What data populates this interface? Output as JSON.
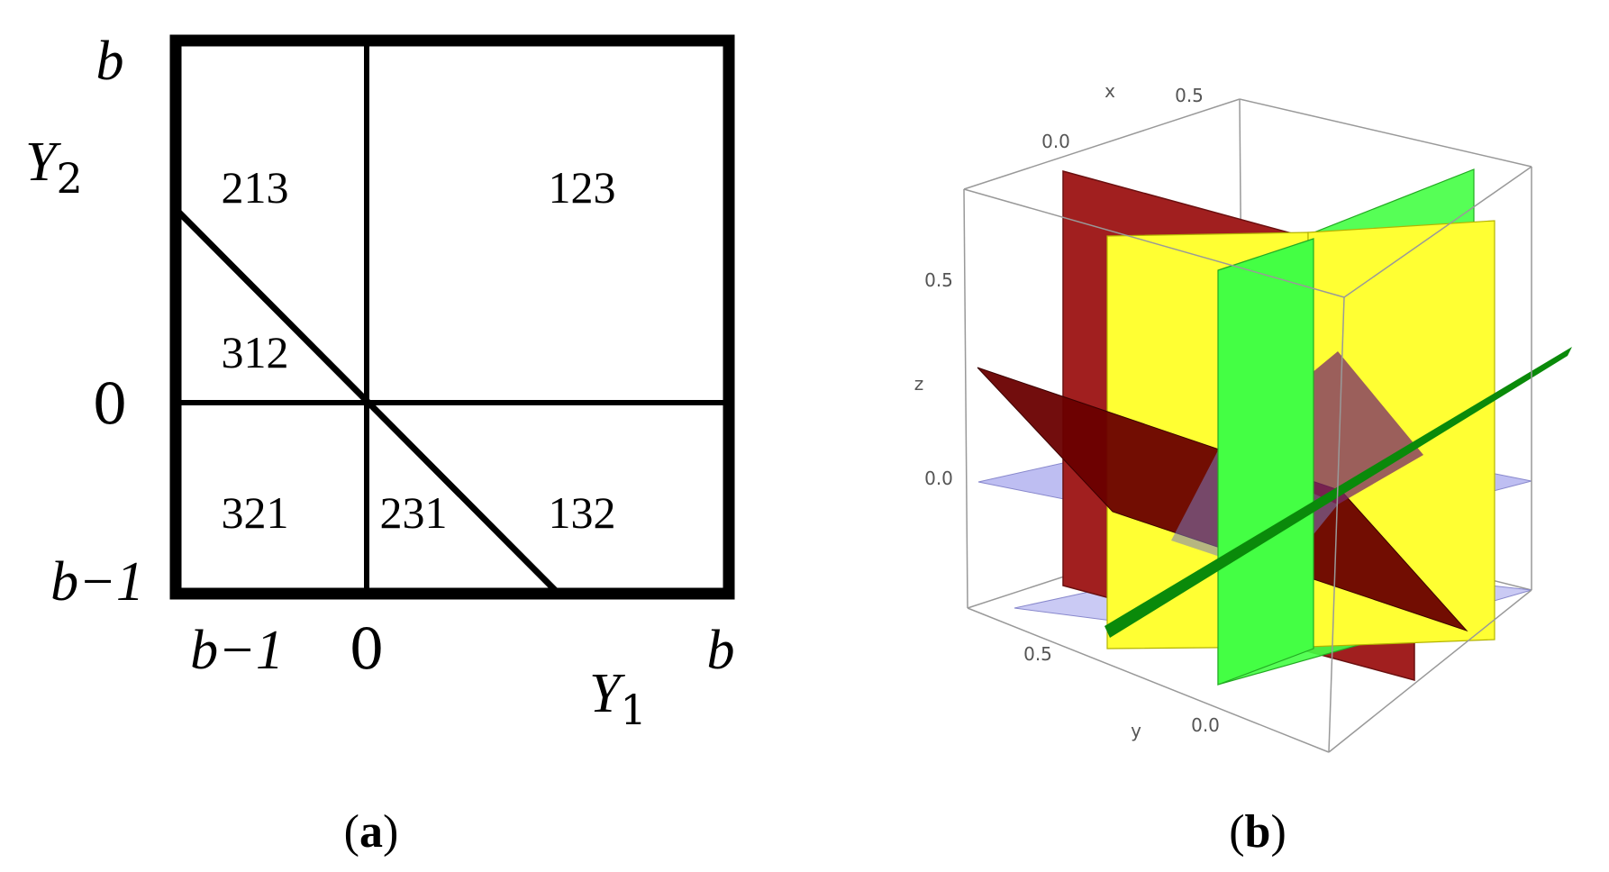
{
  "panel_a": {
    "y_axis_label": "Y",
    "y_axis_sub": "2",
    "x_axis_label": "Y",
    "x_axis_sub": "1",
    "y_ticks": {
      "top": "b",
      "middle": "0",
      "bottom": "b−1"
    },
    "x_ticks": {
      "left": "b−1",
      "middle": "0",
      "right": "b"
    },
    "regions": [
      "213",
      "123",
      "312",
      "321",
      "231",
      "132"
    ],
    "caption_open": "(",
    "caption_letter": "a",
    "caption_close": ")"
  },
  "panel_b": {
    "axis_labels": {
      "x": "x",
      "y": "y",
      "z": "z"
    },
    "x_ticks": [
      "0.0",
      "0.5"
    ],
    "y_ticks": [
      "0.5",
      "0.0"
    ],
    "z_ticks": [
      "0.5",
      "0.0"
    ],
    "plane_colors": {
      "red": "#a11f1f",
      "dark_red": "#6a0000",
      "yellow": "#ffff33",
      "green": "#44ff44",
      "dark_green": "#0a8a0a",
      "blue": "#b3b3f0"
    },
    "caption_open": "(",
    "caption_letter": "b",
    "caption_close": ")"
  }
}
